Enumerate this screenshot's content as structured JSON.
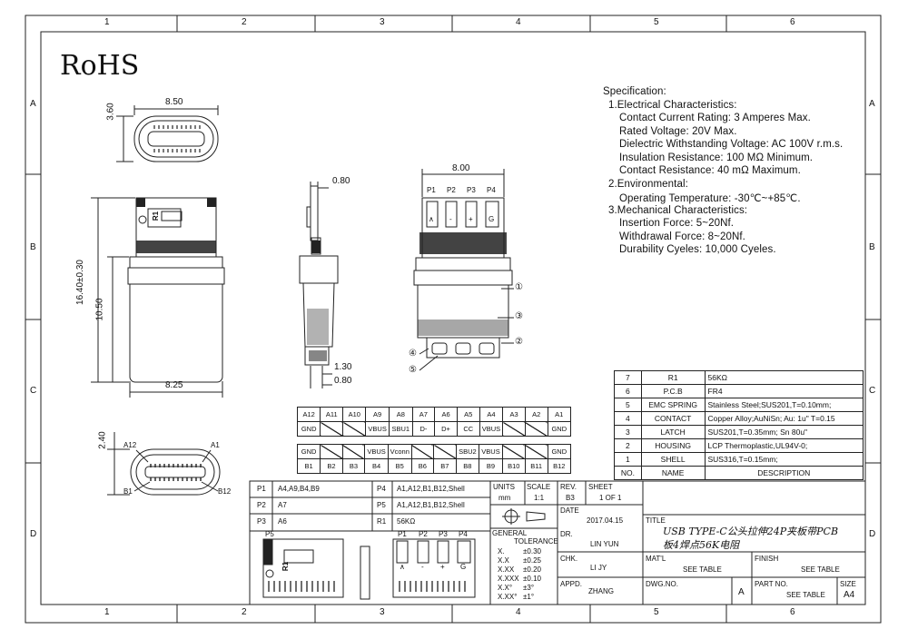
{
  "border": {
    "columns": [
      "1",
      "2",
      "3",
      "4",
      "5",
      "6"
    ],
    "rows": [
      "A",
      "B",
      "C",
      "D"
    ]
  },
  "rohs": "RoHS",
  "dimensions": {
    "top_width": "8.50",
    "top_height": "3.60",
    "front_length": "16.40±0.30",
    "front_body": "10.50",
    "front_width": "8.25",
    "side_top": "0.80",
    "side_bottom1": "1.30",
    "side_bottom2": "0.80",
    "right_width": "8.00",
    "plug_height": "2.40",
    "r1_mark": "R1"
  },
  "pads": {
    "labels": [
      "P1",
      "P2",
      "P3",
      "P4"
    ],
    "symbols": [
      "∧",
      "-",
      "+",
      "G"
    ]
  },
  "callouts": [
    "①",
    "②",
    "③",
    "④",
    "⑤"
  ],
  "plug_labels": {
    "a12": "A12",
    "a1": "A1",
    "b1": "B1",
    "b12": "B12"
  },
  "specification": {
    "title": "Specification:",
    "lines": [
      "1.Electrical Characteristics:",
      "   Contact Current Rating: 3 Amperes Max.",
      "   Rated Voltage:   20V Max.",
      "   Dielectric Withstanding Voltage: AC 100V r.m.s.",
      "   Insulation Resistance: 100 MΩ Minimum.",
      "   Contact Resistance: 40 mΩ Maximum.",
      "2.Environmental:",
      "   Operating Temperature: -30℃~+85℃.",
      "3.Mechanical Characteristics:",
      "   Insertion Force: 5~20Nf.",
      "   Withdrawal Force: 8~20Nf.",
      "   Durability Cyeles: 10,000 Cyeles."
    ]
  },
  "pin_table": {
    "top_labels": [
      "A12",
      "A11",
      "A10",
      "A9",
      "A8",
      "A7",
      "A6",
      "A5",
      "A4",
      "A3",
      "A2",
      "A1"
    ],
    "top_signals": [
      "GND",
      "",
      "",
      "VBUS",
      "SBU1",
      "D-",
      "D+",
      "CC",
      "VBUS",
      "",
      "",
      "GND"
    ],
    "bottom_signals": [
      "GND",
      "",
      "",
      "VBUS",
      "Vconn",
      "",
      "",
      "SBU2",
      "VBUS",
      "",
      "",
      "GND"
    ],
    "bottom_labels": [
      "B1",
      "B2",
      "B3",
      "B4",
      "B5",
      "B6",
      "B7",
      "B8",
      "B9",
      "B10",
      "B11",
      "B12"
    ]
  },
  "bom": {
    "rows": [
      {
        "no": "7",
        "name": "R1",
        "desc": "56KΩ"
      },
      {
        "no": "6",
        "name": "P.C.B",
        "desc": "FR4"
      },
      {
        "no": "5",
        "name": "EMC SPRING",
        "desc": "Stainless Steel;SUS201,T=0.10mm;"
      },
      {
        "no": "4",
        "name": "CONTACT",
        "desc": "Copper Alloy;AuNiSn;  Au: 1u\"  T=0.15"
      },
      {
        "no": "3",
        "name": "LATCH",
        "desc": "SUS201,T=0.35mm;  Sn 80u\""
      },
      {
        "no": "2",
        "name": "HOUSING",
        "desc": "LCP Thermoplastic,UL94V-0;"
      },
      {
        "no": "1",
        "name": "SHELL",
        "desc": "SUS316,T=0.15mm;"
      }
    ],
    "header": {
      "no": "NO.",
      "name": "NAME",
      "desc": "DESCRIPTION"
    }
  },
  "pad_assign": {
    "rows": [
      {
        "a": "P1",
        "b": "A4,A9,B4,B9",
        "c": "P4",
        "d": "A1,A12,B1,B12,Shell"
      },
      {
        "a": "P2",
        "b": "A7",
        "c": "P5",
        "d": "A1,A12,B1,B12,Shell"
      },
      {
        "a": "P3",
        "b": "A6",
        "c": "R1",
        "d": "56KΩ"
      }
    ]
  },
  "pcb_view": {
    "p5": "P5",
    "labels": [
      "P1",
      "P2",
      "P3",
      "P4"
    ],
    "symbols": [
      "∧",
      "-",
      "+",
      "G"
    ]
  },
  "title_block": {
    "units_label": "UNITS",
    "units": "mm",
    "scale_label": "SCALE",
    "scale": "1:1",
    "rev_label": "REV.",
    "rev": "B3",
    "sheet_label": "SHEET",
    "sheet": "1 OF 1",
    "date_label": "DATE",
    "date": "2017.04.15",
    "title_label": "TITLE",
    "title_line1": "USB TYPE-C公头拉伸24P夹板带PCB",
    "title_line2": "板4焊点56K电阻",
    "dr_label": "DR.",
    "dr": "LIN YUN",
    "chk_label": "CHK.",
    "chk": "LI JY",
    "appd_label": "APPD.",
    "appd": "ZHANG",
    "matl_label": "MAT'L",
    "matl": "SEE TABLE",
    "finish_label": "FINISH",
    "finish": "SEE TABLE",
    "dwg_label": "DWG.NO.",
    "dwg_rev": "A",
    "part_label": "PART NO.",
    "part": "SEE TABLE",
    "size_label": "SIZE",
    "size": "A4",
    "tol_general": "GENERAL",
    "tol_title": "TOLERANCE",
    "tol_rows": [
      {
        "k": "X.",
        "v": "±0.30"
      },
      {
        "k": "X.X",
        "v": "±0.25"
      },
      {
        "k": "X.XX",
        "v": "±0.20"
      },
      {
        "k": "X.XXX",
        "v": "±0.10"
      },
      {
        "k": "X.X°",
        "v": "±3°"
      },
      {
        "k": "X.XX°",
        "v": "±1°"
      }
    ]
  }
}
